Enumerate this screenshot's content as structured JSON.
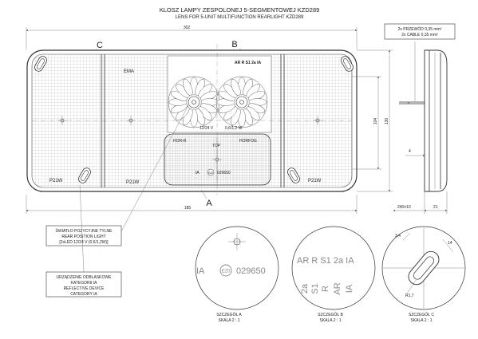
{
  "title": {
    "line1": "KLOSZ LAMPY ZESPOLONEJ 5-SEGMENTOWEJ KZD289",
    "line2": "LENS FOR 5-UNIT MULTIFUNCTION REARLIGHT KZD289"
  },
  "cable_note": {
    "line1": "2x PRZEWÓD 0,35 mm²",
    "line2": "2x CABLE 0,35 mm²"
  },
  "dimensions": {
    "overall_width": "302",
    "lower_width": "185",
    "height_outer": "130",
    "height_inner": "104",
    "cable_length": "240±10",
    "depth": "21",
    "wall": "4"
  },
  "section_letters": {
    "a": "A",
    "b": "B",
    "c": "C"
  },
  "lamp_labels": {
    "ema": "EMA",
    "marking_top": "AR R S1 2a IA",
    "voltage": "12/24 V",
    "power": "0,6/1,2 W",
    "reverse": "HOR-R",
    "top": "TOP",
    "fog": "HORFOG",
    "approval": "029650",
    "ia": "IA",
    "e_mark": "E20",
    "bulb_left_bottom": "P21W",
    "bulb_center_bottom": "P21W",
    "bulb_right_bottom": "P21W"
  },
  "callouts": {
    "position_light": {
      "line1": "ŚWIATŁO POZYCYJNE TYLNE",
      "line2": "REAR POSITION LIGHT",
      "line3": "[2xLED 12/24 V (0,6/1,2W)]"
    },
    "reflector": {
      "line1": "URZĄDZENIE ODBLASKOWE",
      "line2": "KATEGORII IA",
      "line3": "REFLECTIVE DEVICE",
      "line4": "CATEGORY IA"
    }
  },
  "details": {
    "a": {
      "label1": "SZCZEGÓŁ A",
      "label2": "SKALA 2 : 1",
      "ia": "IA",
      "e_mark": "E20",
      "number": "029650"
    },
    "b": {
      "label1": "SZCZEGÓŁ B",
      "label2": "SKALA 2 : 1",
      "line1": "AR R S1 2a IA",
      "col1": "2a",
      "col2": "S1",
      "col3": "R",
      "col4": "AR",
      "col5": "IA"
    },
    "c": {
      "label1": "SZCZEGÓŁ C",
      "label2": "SKALA 2 : 1",
      "dim1": "3,4",
      "dim2": "14",
      "dim3": "R1,7"
    }
  }
}
